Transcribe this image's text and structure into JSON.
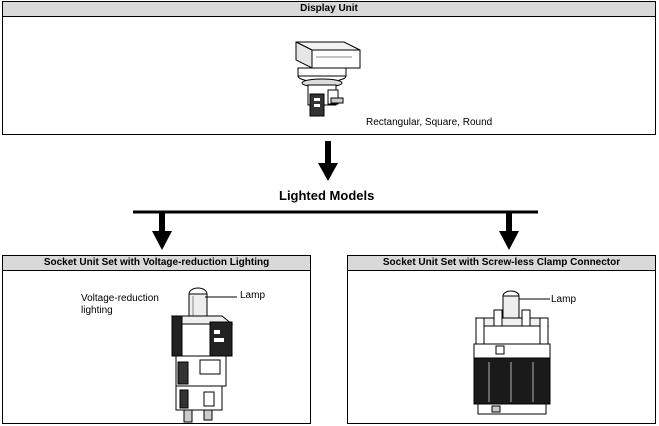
{
  "display_unit": {
    "title": "Display Unit",
    "caption": "Rectangular, Square, Round"
  },
  "center": {
    "title": "Lighted Models"
  },
  "left_panel": {
    "title": "Socket Unit Set with Voltage-reduction Lighting",
    "annotation_lines": [
      "Voltage-reduction",
      "lighting"
    ],
    "lamp_label": "Lamp"
  },
  "right_panel": {
    "title": "Socket Unit Set with Screw-less Clamp Connector",
    "lamp_label": "Lamp"
  },
  "colors": {
    "header_fill": "#d9d9d9",
    "line": "#000000"
  }
}
